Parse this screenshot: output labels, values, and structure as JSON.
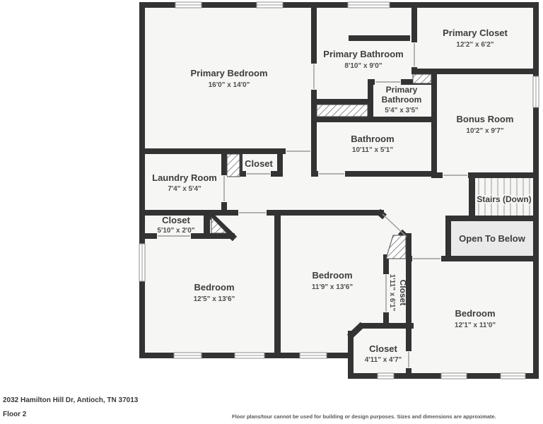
{
  "floorplan": {
    "wall_color": "#333333",
    "floor_color": "#f6f6f5",
    "open_area_color": "#eaeaea",
    "rooms": {
      "primary_bedroom": {
        "name": "Primary Bedroom",
        "dims": "16'0\" x 14'0\""
      },
      "primary_bathroom": {
        "name": "Primary Bathroom",
        "dims": "8'10\" x 9'0\""
      },
      "primary_closet": {
        "name": "Primary Closet",
        "dims": "12'2\" x 6'2\""
      },
      "primary_wc": {
        "name_line1": "Primary",
        "name_line2": "Bathroom",
        "dims": "5'4\" x 3'5\""
      },
      "bathroom": {
        "name": "Bathroom",
        "dims": "10'11\" x 5'1\""
      },
      "bonus_room": {
        "name": "Bonus Room",
        "dims": "10'2\" x 9'7\""
      },
      "laundry_room": {
        "name": "Laundry Room",
        "dims": "7'4\" x 5'4\""
      },
      "hall_closet": {
        "name": "Closet"
      },
      "closet_5_10": {
        "name": "Closet",
        "dims": "5'10\" x 2'0\""
      },
      "bedroom_left": {
        "name": "Bedroom",
        "dims": "12'5\" x 13'6\""
      },
      "bedroom_mid": {
        "name": "Bedroom",
        "dims": "11'9\" x 13'6\""
      },
      "closet_1_11": {
        "name": "Closet",
        "dims": "1'11\" x 6'1\""
      },
      "closet_4_11": {
        "name": "Closet",
        "dims": "4'11\" x 4'7\""
      },
      "bedroom_right": {
        "name": "Bedroom",
        "dims": "12'1\" x 11'0\""
      },
      "stairs": {
        "name": "Stairs (Down)"
      },
      "open_to_below": {
        "name": "Open To Below"
      }
    }
  },
  "footer": {
    "address": "2032 Hamilton Hill Dr, Antioch, TN 37013",
    "floor_label": "Floor 2",
    "disclaimer": "Floor plans/tour cannot be used for building or design purposes. Sizes and dimensions are approximate."
  }
}
